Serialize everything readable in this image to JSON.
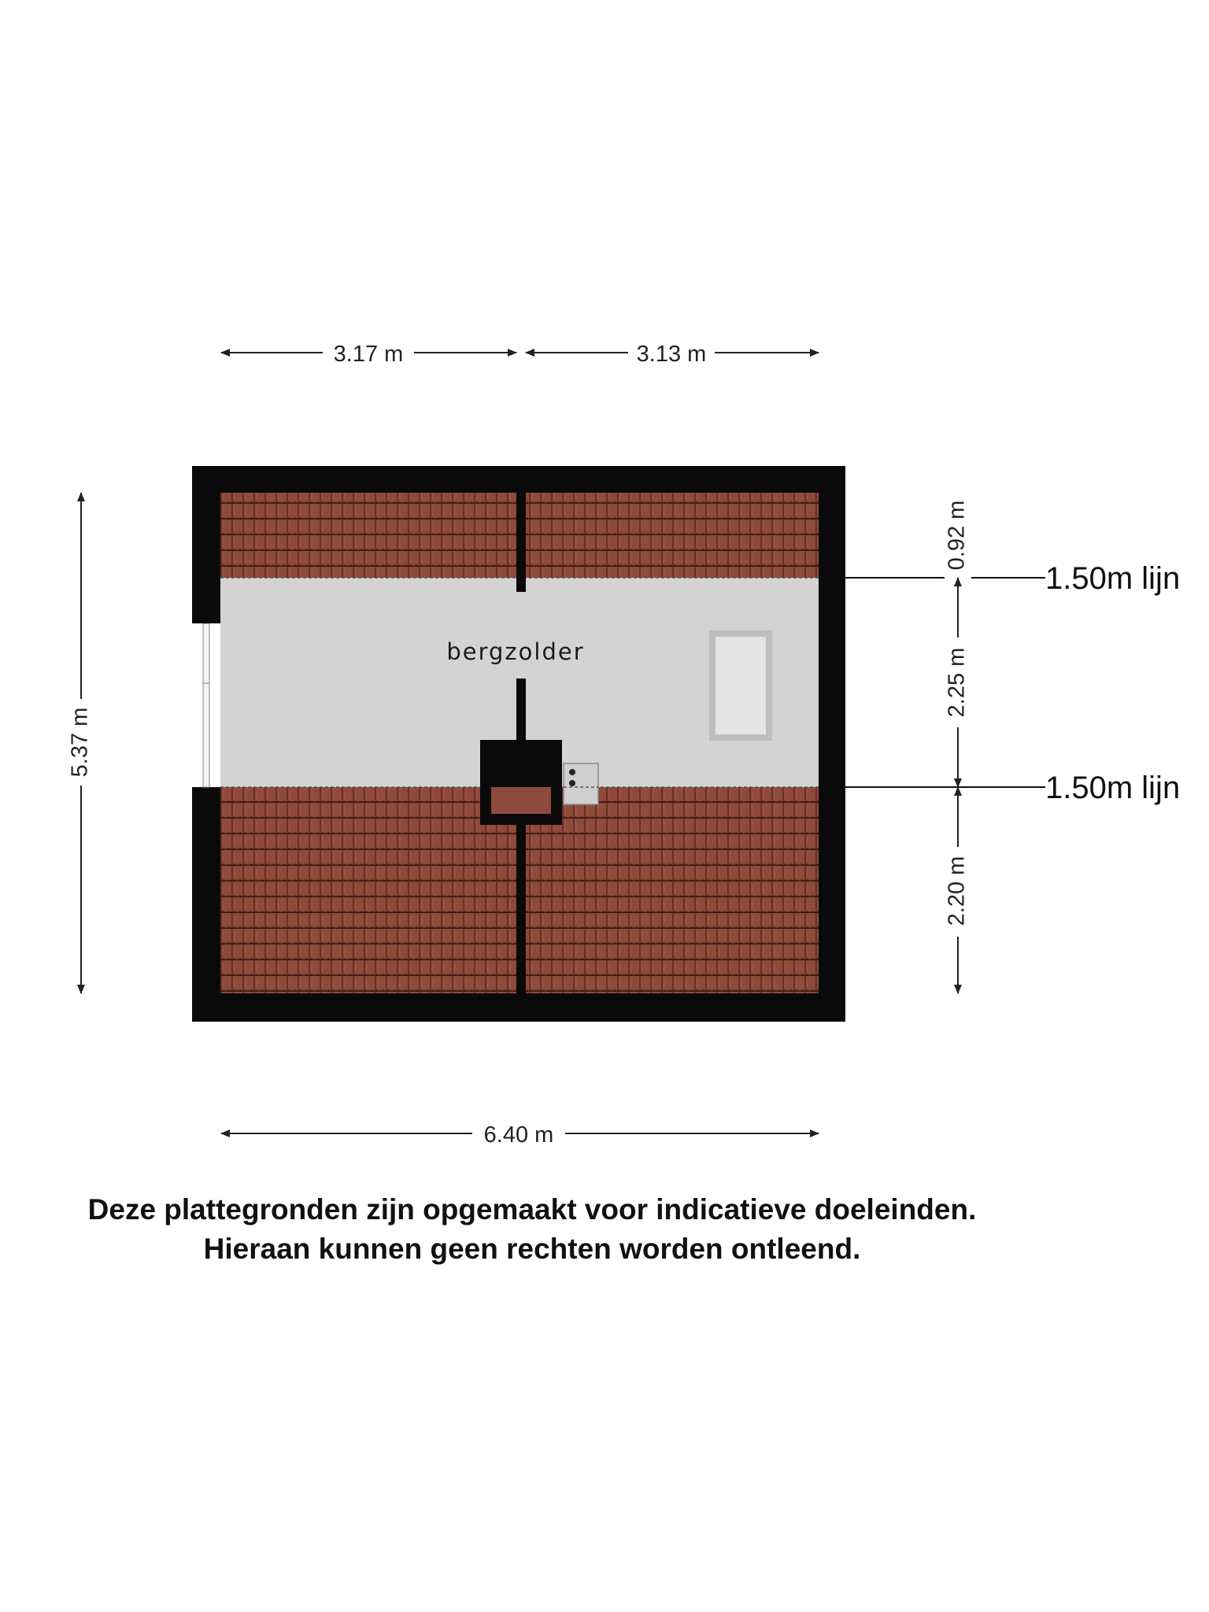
{
  "colors": {
    "wall": "#0a0a0a",
    "roof_tile": "#8e4a3a",
    "roof_tile_line": "#3a1a14",
    "floor": "#d3d3d3",
    "skylight_frame": "#bdbdbd",
    "skylight_glass": "#e4e4e4",
    "dim_line": "#222222"
  },
  "room": {
    "name": "bergzolder"
  },
  "dimensions": {
    "top_left": "3.17 m",
    "top_right": "3.13 m",
    "left_height": "5.37 m",
    "bottom_width": "6.40 m",
    "right_top": "0.92 m",
    "right_middle": "2.25 m",
    "right_bottom": "2.20 m"
  },
  "height_lines": {
    "upper": "1.50m lijn",
    "lower": "1.50m lijn"
  },
  "disclaimer": {
    "line1": "Deze plattegronden zijn opgemaakt voor indicatieve doeleinden.",
    "line2": "Hieraan kunnen geen rechten worden ontleend."
  }
}
